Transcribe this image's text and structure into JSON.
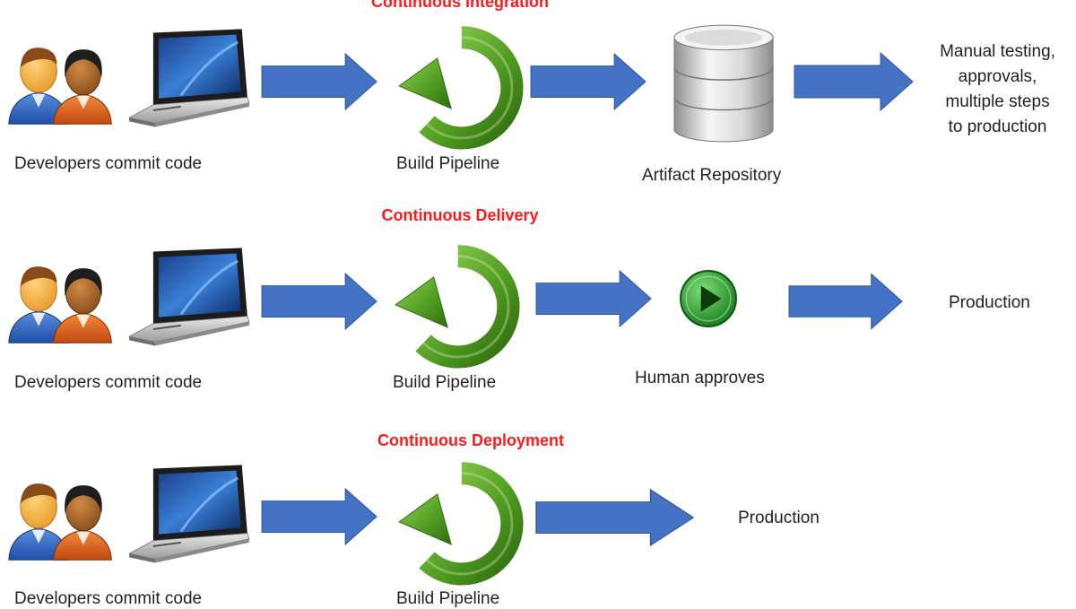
{
  "colors": {
    "title": "#ff1a1a",
    "arrow": "#4472c4",
    "pipeline": "#5a9e2a",
    "label": "#222222"
  },
  "icons": {
    "developers": "two-developers-icon",
    "laptop": "laptop-icon",
    "pipeline": "circular-arrow-icon",
    "repository": "database-cylinder-icon",
    "approve": "green-play-button-icon",
    "flow": "right-arrow-icon"
  },
  "rows": [
    {
      "title": "Continuous Integration",
      "developers_label": "Developers commit code",
      "pipeline_label": "Build Pipeline",
      "stage_label": "Artifact Repository",
      "end_lines": [
        "Manual testing,",
        "approvals,",
        "multiple steps",
        "to production"
      ]
    },
    {
      "title": "Continuous Delivery",
      "developers_label": "Developers commit code",
      "pipeline_label": "Build Pipeline",
      "stage_label": "Human approves",
      "end_label": "Production"
    },
    {
      "title": "Continuous Deployment",
      "developers_label": "Developers commit code",
      "pipeline_label": "Build Pipeline",
      "end_label": "Production"
    }
  ]
}
